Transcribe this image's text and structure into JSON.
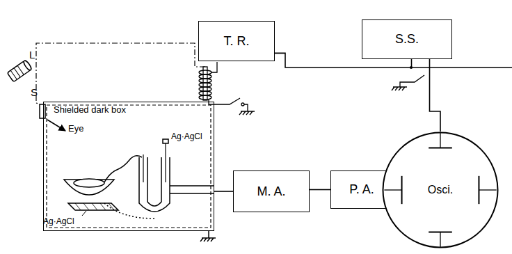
{
  "diagram": {
    "nodes": [
      {
        "text": [
          "T. R."
        ]
      },
      {
        "text": [
          "S.S."
        ]
      },
      {
        "text": [
          "Shielded dark box"
        ]
      },
      {
        "text": [
          "M. A."
        ]
      },
      {
        "text": [
          "P. A."
        ]
      },
      {
        "text": [
          "Osci."
        ]
      }
    ],
    "edges": [
      {
        "from": 0,
        "to": 1,
        "arrow": "none"
      },
      {
        "from": 1,
        "to": 5,
        "arrow": "none"
      },
      {
        "from": 2,
        "to": 3,
        "arrow": "none"
      },
      {
        "from": 3,
        "to": 4,
        "arrow": "none"
      },
      {
        "from": 4,
        "to": 5,
        "arrow": "none"
      }
    ],
    "labels": [
      "L",
      "S",
      "Eye",
      "Ag·AgCl",
      "Ag·AgCl"
    ]
  }
}
